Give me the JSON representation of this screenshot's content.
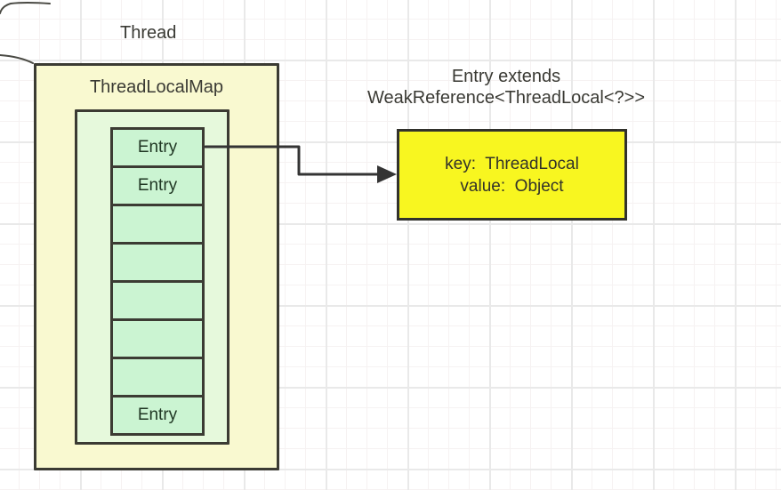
{
  "diagram": {
    "thread_label": "Thread",
    "map": {
      "title": "ThreadLocalMap",
      "entries": [
        "Entry",
        "Entry",
        "",
        "",
        "",
        "",
        "",
        "Entry"
      ]
    },
    "entry_box": {
      "caption_line1": "Entry extends",
      "caption_line2": "WeakReference<ThreadLocal<?>>",
      "key_line": "key:  ThreadLocal",
      "value_line": "value:  Object"
    },
    "colors": {
      "outer_box_fill": "#f9f9d0",
      "inner_box_fill": "#e6f9dc",
      "entry_cell_fill": "#cbf4d2",
      "entry_highlight_fill": "#f8f620",
      "border": "#3b3b33",
      "arrow": "#343434",
      "grid_major": "#e9e9e9",
      "grid_minor": "#f6f2f2"
    }
  }
}
